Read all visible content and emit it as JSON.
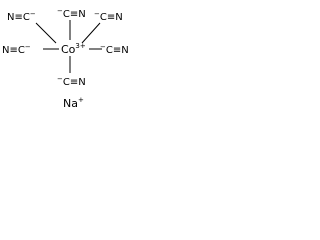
{
  "molecule": {
    "center_atom": "Co",
    "center_charge": "3+",
    "counter_ion": "Na",
    "counter_ion_charge": "+",
    "ligands": [
      {
        "text": "N≡C",
        "charge": "−"
      },
      {
        "text": "C≡N",
        "charge": "−"
      },
      {
        "text": "C≡N",
        "charge": "−"
      },
      {
        "text": "N≡C",
        "charge": "−"
      },
      {
        "text": "C≡N",
        "charge": "−"
      },
      {
        "text": "C≡N",
        "charge": "−"
      }
    ]
  },
  "colors": {
    "ink": "#000000",
    "background": "#ffffff"
  }
}
